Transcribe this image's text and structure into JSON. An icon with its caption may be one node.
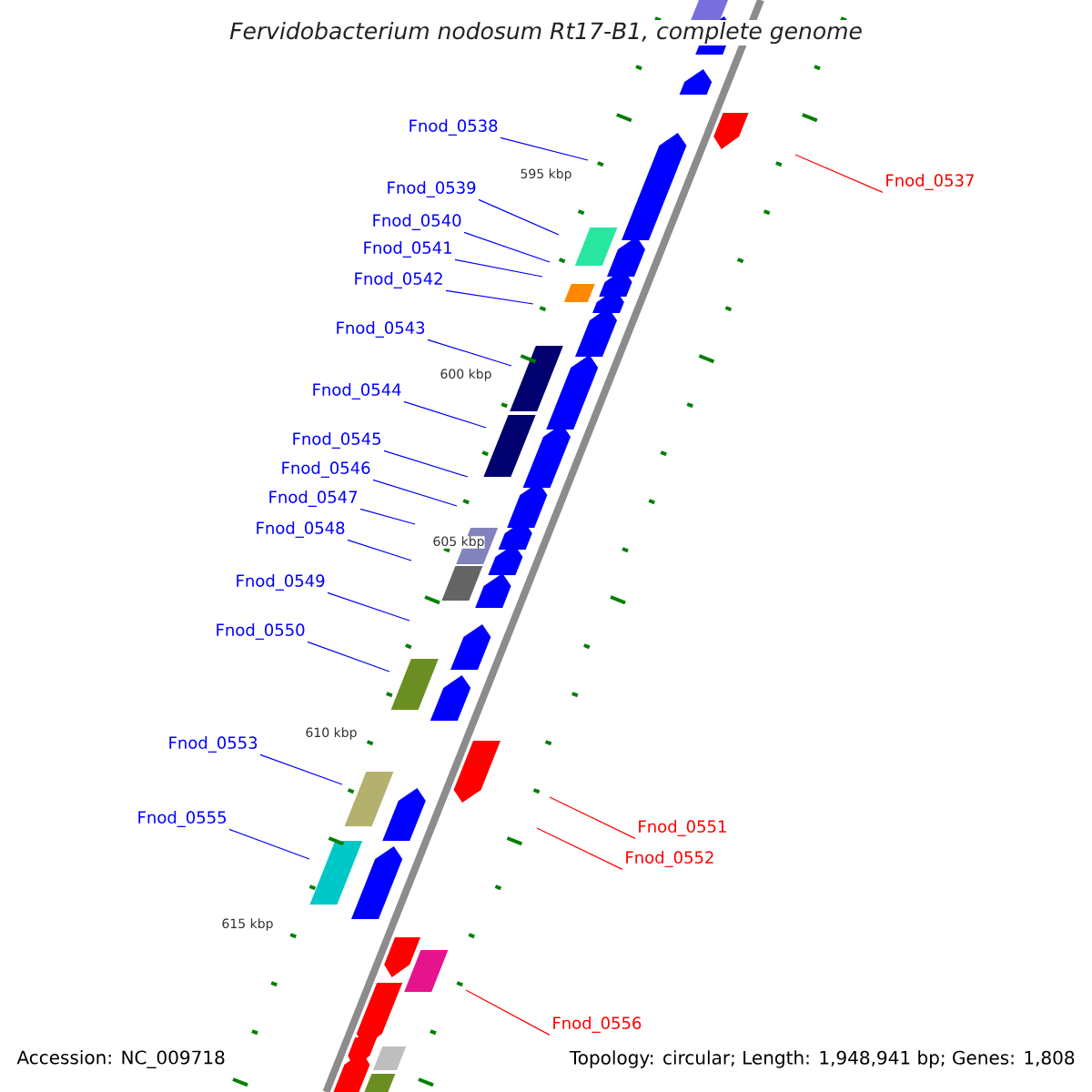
{
  "diagram": {
    "title": "Fervidobacterium nodosum Rt17-B1, complete genome",
    "nodes": [
      {
        "text": [
          "Fnod_0537"
        ]
      },
      {
        "text": [
          "Fnod_0538"
        ]
      },
      {
        "text": [
          "Fnod_0539"
        ]
      },
      {
        "text": [
          "Fnod_0540"
        ]
      },
      {
        "text": [
          "Fnod_0541"
        ]
      },
      {
        "text": [
          "Fnod_0542"
        ]
      },
      {
        "text": [
          "Fnod_0543"
        ]
      },
      {
        "text": [
          "Fnod_0544"
        ]
      },
      {
        "text": [
          "Fnod_0545"
        ]
      },
      {
        "text": [
          "Fnod_0546"
        ]
      },
      {
        "text": [
          "Fnod_0547"
        ]
      },
      {
        "text": [
          "Fnod_0548"
        ]
      },
      {
        "text": [
          "Fnod_0549"
        ]
      },
      {
        "text": [
          "Fnod_0550"
        ]
      },
      {
        "text": [
          "Fnod_0553"
        ]
      },
      {
        "text": [
          "Fnod_0555"
        ]
      },
      {
        "text": [
          "Fnod_0551"
        ]
      },
      {
        "text": [
          "Fnod_0552"
        ]
      },
      {
        "text": [
          "Fnod_0556"
        ]
      }
    ],
    "edges": [
      {
        "from": 0,
        "to": null,
        "arrow": "none",
        "color": "#ff0000"
      },
      {
        "from": 1,
        "to": null,
        "arrow": "none"
      },
      {
        "from": 2,
        "to": null,
        "arrow": "none"
      },
      {
        "from": 3,
        "to": null,
        "arrow": "none"
      },
      {
        "from": 4,
        "to": null,
        "arrow": "none"
      },
      {
        "from": 5,
        "to": null,
        "arrow": "none"
      },
      {
        "from": 6,
        "to": null,
        "arrow": "none"
      },
      {
        "from": 7,
        "to": null,
        "arrow": "none"
      },
      {
        "from": 8,
        "to": null,
        "arrow": "none"
      },
      {
        "from": 9,
        "to": null,
        "arrow": "none"
      },
      {
        "from": 10,
        "to": null,
        "arrow": "none"
      },
      {
        "from": 11,
        "to": null,
        "arrow": "none"
      },
      {
        "from": 12,
        "to": null,
        "arrow": "none"
      },
      {
        "from": 13,
        "to": null,
        "arrow": "none"
      },
      {
        "from": 14,
        "to": null,
        "arrow": "none"
      },
      {
        "from": 15,
        "to": null,
        "arrow": "none"
      },
      {
        "from": 16,
        "to": null,
        "arrow": "none",
        "color": "#ff0000"
      },
      {
        "from": 17,
        "to": null,
        "arrow": "none",
        "color": "#ff0000"
      },
      {
        "from": 18,
        "to": null,
        "arrow": "none",
        "color": "#ff0000"
      }
    ],
    "labels": [
      "595 kbp",
      "600 kbp",
      "605 kbp",
      "610 kbp",
      "615 kbp",
      "Accession: NC_009718",
      "Topology: circular; Length: 1,948,941 bp; Genes: 1,808"
    ]
  }
}
